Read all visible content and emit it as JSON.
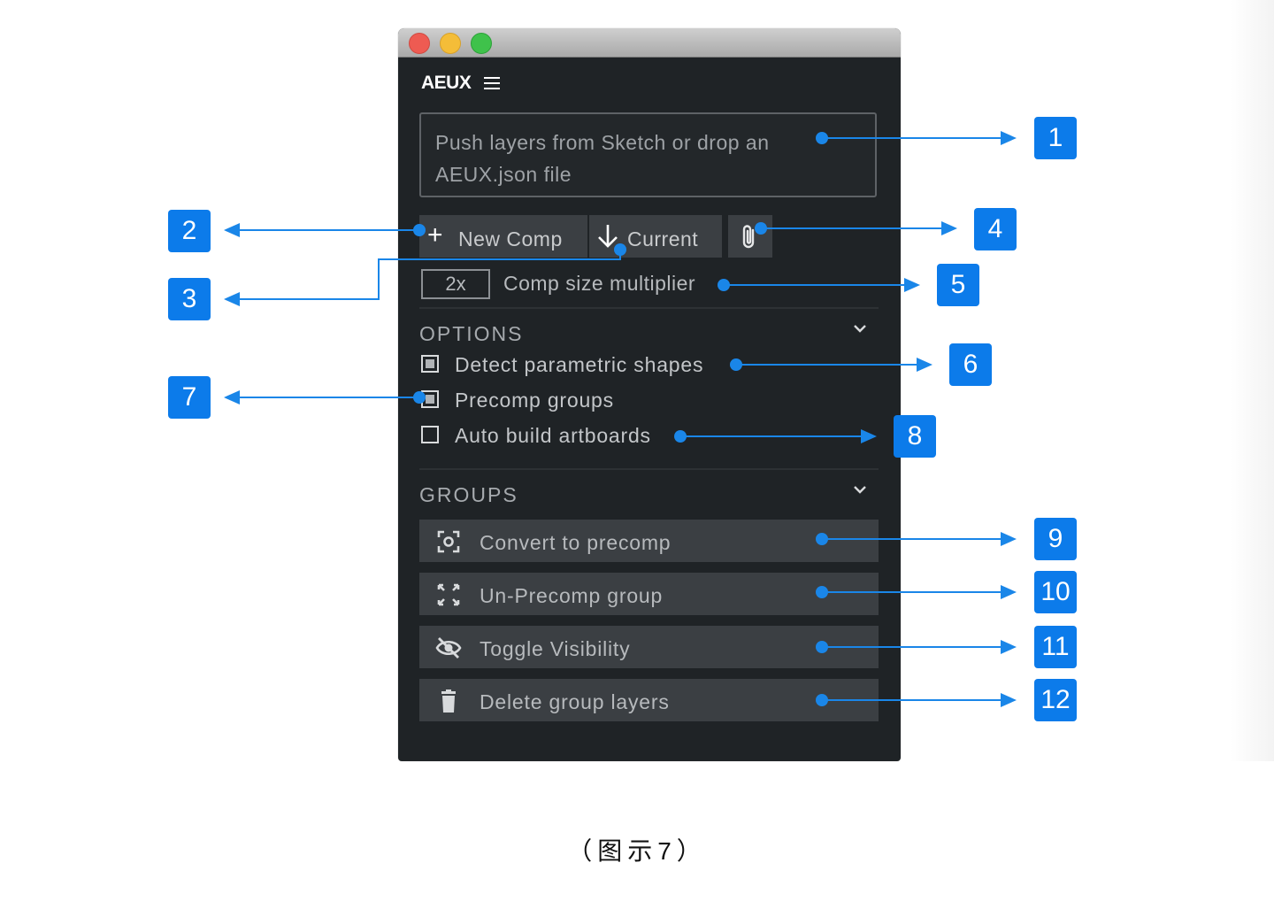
{
  "window": {
    "title": "AEUX",
    "drop_zone_text": "Push layers from Sketch or drop an AEUX.json file"
  },
  "toolbar": {
    "new_comp_label": "New Comp",
    "current_label": "Current"
  },
  "multiplier": {
    "value": "2x",
    "label": "Comp size multiplier"
  },
  "options": {
    "title": "OPTIONS",
    "items": [
      {
        "label": "Detect parametric shapes",
        "checked": true
      },
      {
        "label": "Precomp groups",
        "checked": true
      },
      {
        "label": "Auto build artboards",
        "checked": false
      }
    ]
  },
  "groups": {
    "title": "GROUPS",
    "buttons": [
      {
        "label": "Convert to precomp",
        "icon": "focus-frame-icon"
      },
      {
        "label": "Un-Precomp group",
        "icon": "expand-arrows-icon"
      },
      {
        "label": "Toggle Visibility",
        "icon": "eye-off-icon"
      },
      {
        "label": "Delete group layers",
        "icon": "trash-icon"
      }
    ]
  },
  "callouts": [
    "1",
    "2",
    "3",
    "4",
    "5",
    "6",
    "7",
    "8",
    "9",
    "10",
    "11",
    "12"
  ],
  "caption": "（图示7）",
  "colors": {
    "panel_bg": "#1f2326",
    "button_bg": "#3b3f43",
    "callout_blue": "#0c7bea"
  }
}
